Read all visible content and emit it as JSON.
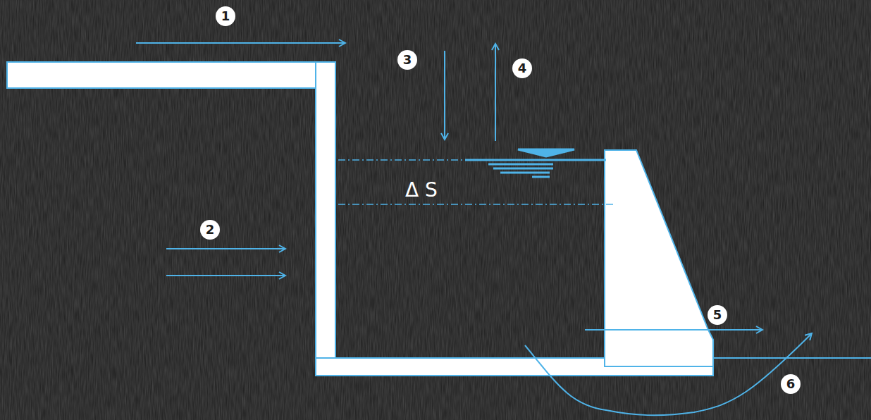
{
  "diagram": {
    "labels": [
      "1",
      "2",
      "3",
      "4",
      "5",
      "6",
      "Δ S"
    ]
  }
}
